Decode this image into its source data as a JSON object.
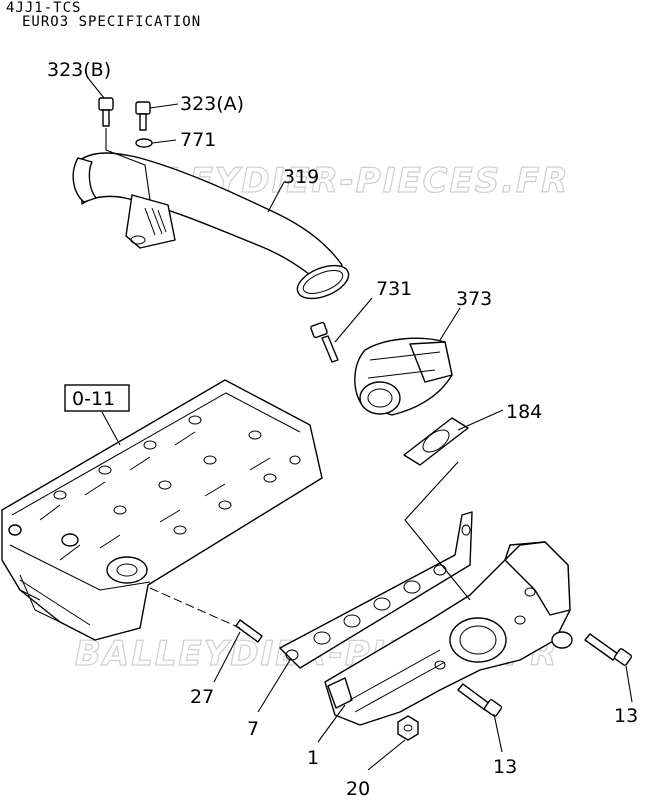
{
  "header": {
    "line1": "4JJ1-TCS",
    "line2": "EURO3 SPECIFICATION"
  },
  "watermark": "BALLEYDIER-PIECES.FR",
  "callouts": {
    "c323b": "323(B)",
    "c323a": "323(A)",
    "c771": "771",
    "c319": "319",
    "c731": "731",
    "c373": "373",
    "c011": "0-11",
    "c184": "184",
    "c27": "27",
    "c7": "7",
    "c1": "1",
    "c20": "20",
    "c13a": "13",
    "c13b": "13"
  }
}
